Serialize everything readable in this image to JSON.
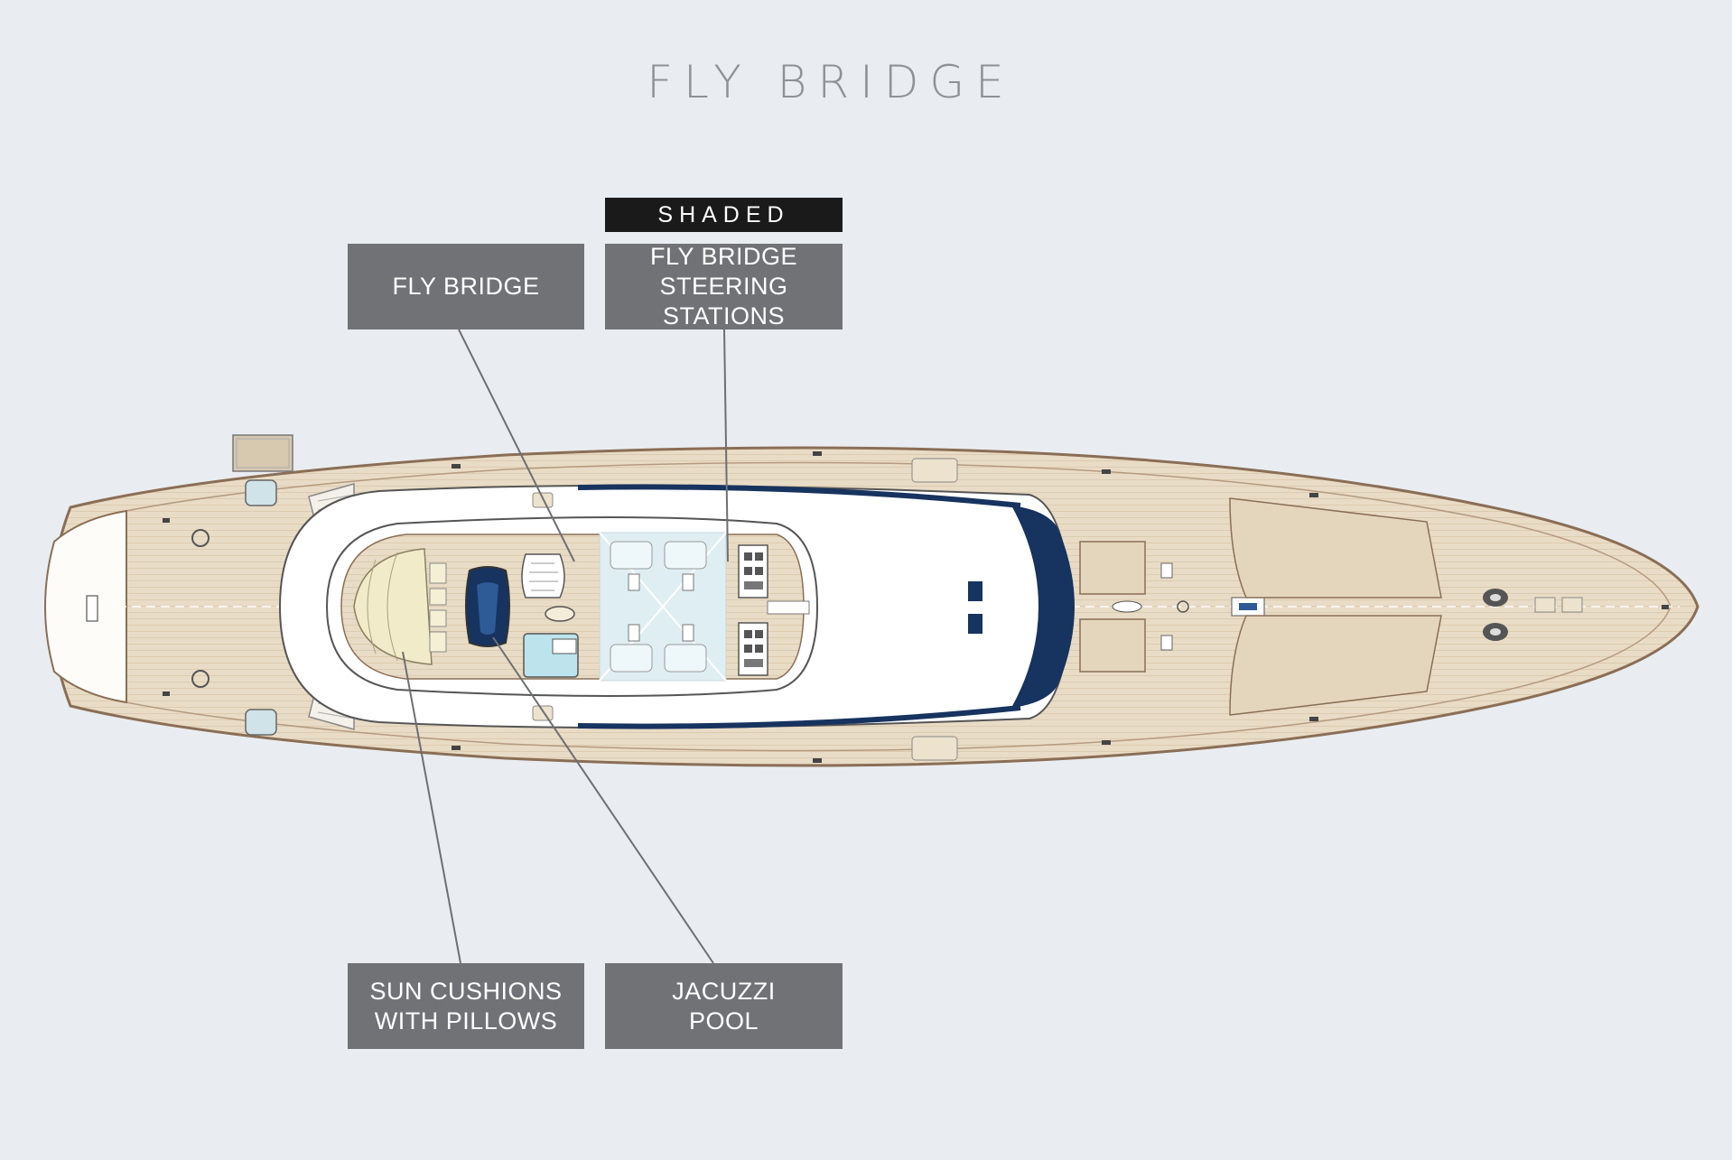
{
  "page": {
    "title": "FLY BRIDGE",
    "shaded_tag": "SHADED"
  },
  "labels": {
    "fly_bridge": "FLY BRIDGE",
    "steering_stations": "FLY BRIDGE\nSTEERING STATIONS",
    "sun_cushions": "SUN CUSHIONS\nWITH PILLOWS",
    "jacuzzi": "JACUZZI\nPOOL"
  },
  "colors": {
    "background": "#e9edf1",
    "deck_teak": "#e9dcc6",
    "hull_outline": "#8a6e55",
    "navy_accent": "#17335f",
    "label_box": "#707275",
    "shaded_tag": "#1b1a1b",
    "white_superstructure": "#ffffff",
    "sunpad": "#f2ebc9",
    "shaded_glass": "#dfeef2"
  }
}
